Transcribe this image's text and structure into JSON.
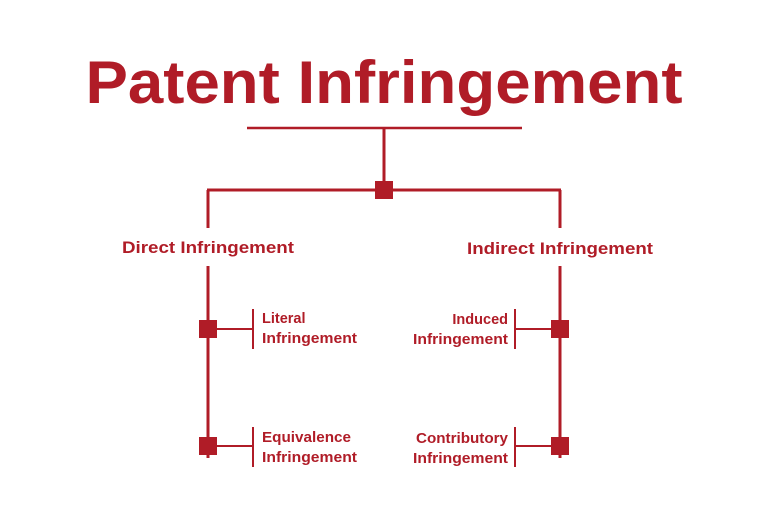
{
  "title": "Patent Infringement",
  "colors": {
    "accent": "#b01c27",
    "background": "#ffffff"
  },
  "branches": {
    "direct": {
      "label": "Direct Infringement",
      "children": [
        {
          "line1": "Literal",
          "line2": "Infringement"
        },
        {
          "line1": "Equivalence",
          "line2": "Infringement"
        }
      ]
    },
    "indirect": {
      "label": "Indirect Infringement",
      "children": [
        {
          "line1": "Induced",
          "line2": "Infringement"
        },
        {
          "line1": "Contributory",
          "line2": "Infringement"
        }
      ]
    }
  }
}
